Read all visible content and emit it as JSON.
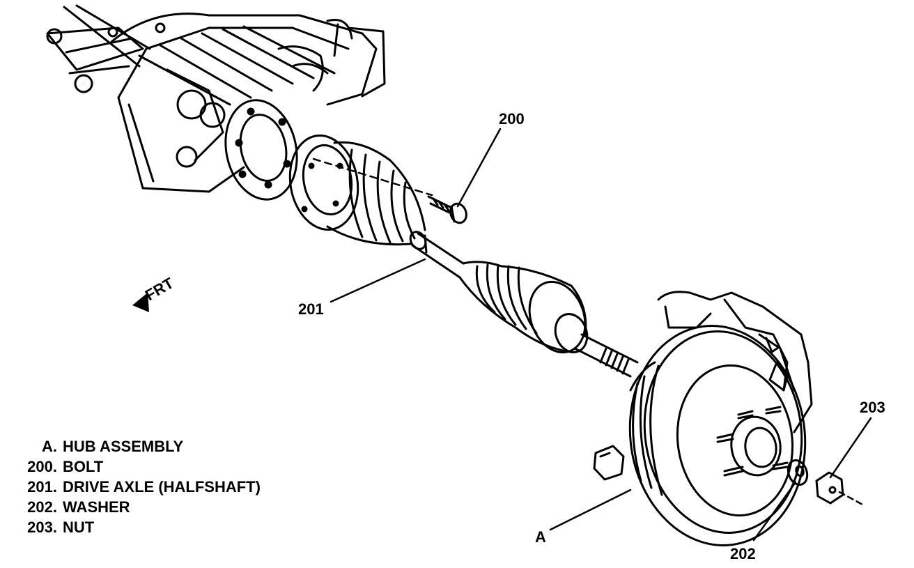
{
  "diagram": {
    "direction_label": "FRT",
    "callouts": {
      "bolt": "200",
      "drive_axle": "201",
      "washer": "202",
      "nut": "203",
      "hub": "A"
    },
    "legend": [
      {
        "id": "A.",
        "text": "HUB ASSEMBLY"
      },
      {
        "id": "200.",
        "text": "BOLT"
      },
      {
        "id": "201.",
        "text": "DRIVE AXLE (HALFSHAFT)"
      },
      {
        "id": "202.",
        "text": "WASHER"
      },
      {
        "id": "203.",
        "text": "NUT"
      }
    ]
  }
}
